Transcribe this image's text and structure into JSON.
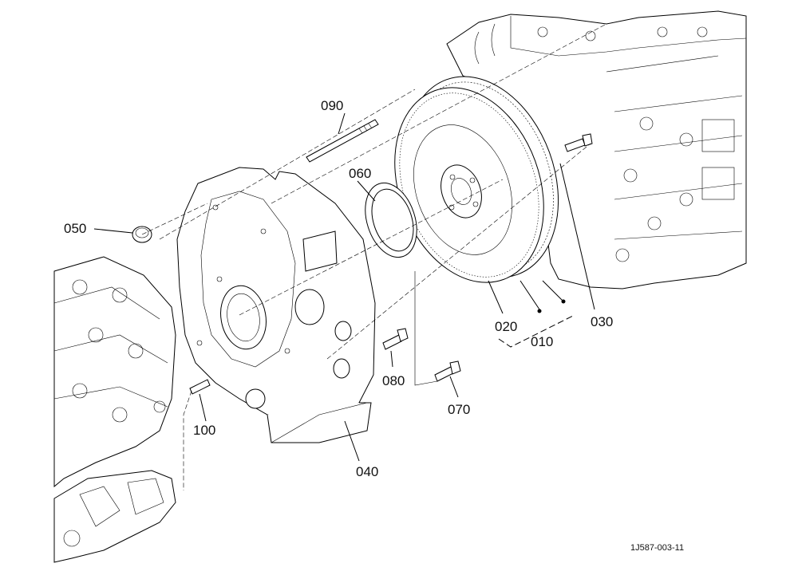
{
  "callouts": [
    {
      "id": "090",
      "text": "090"
    },
    {
      "id": "060",
      "text": "060"
    },
    {
      "id": "050",
      "text": "050"
    },
    {
      "id": "020",
      "text": "020"
    },
    {
      "id": "010",
      "text": "010"
    },
    {
      "id": "030",
      "text": "030"
    },
    {
      "id": "080",
      "text": "080"
    },
    {
      "id": "070",
      "text": "070"
    },
    {
      "id": "100",
      "text": "100"
    },
    {
      "id": "040",
      "text": "040"
    }
  ],
  "drawing_reference": "1J587-003-11"
}
